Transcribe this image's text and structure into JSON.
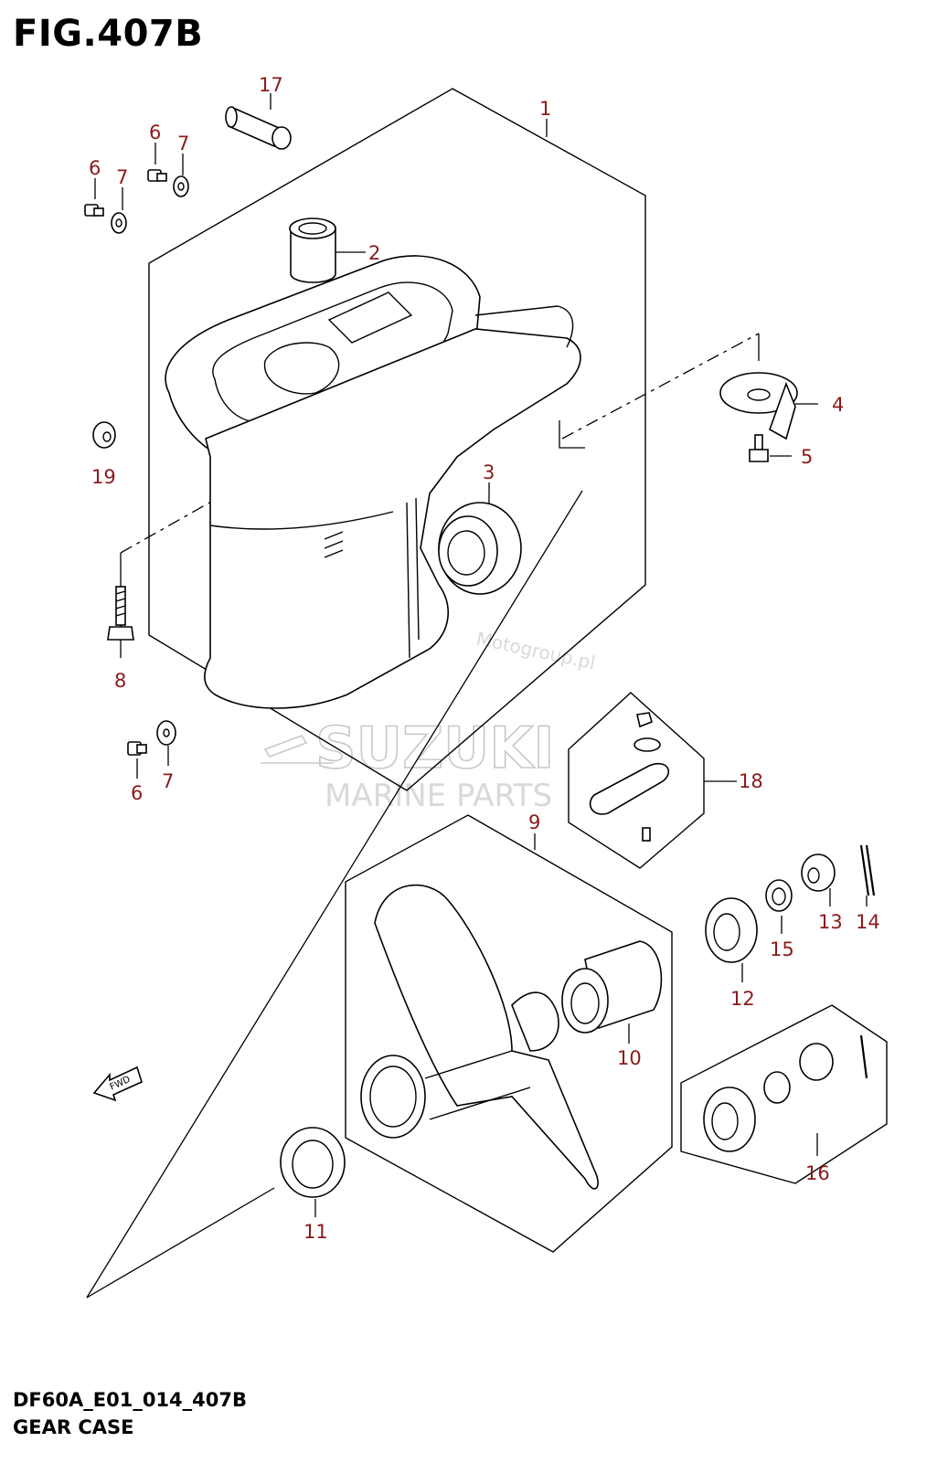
{
  "figure": {
    "title": "FIG.407B",
    "code": "DF60A_E01_014_407B",
    "name": "GEAR CASE"
  },
  "watermark": {
    "brand": "SUZUKI",
    "sub": "MARINE PARTS",
    "site": "Motogroup.pl"
  },
  "fwd_label": "FWD",
  "callouts": {
    "c1": "1",
    "c2": "2",
    "c3": "3",
    "c4": "4",
    "c5": "5",
    "c6a": "6",
    "c6b": "6",
    "c6c": "6",
    "c7a": "7",
    "c7b": "7",
    "c7c": "7",
    "c8": "8",
    "c9": "9",
    "c10": "10",
    "c11": "11",
    "c12": "12",
    "c13": "13",
    "c14": "14",
    "c15": "15",
    "c16": "16",
    "c17": "17",
    "c18": "18",
    "c19": "19"
  },
  "colors": {
    "callout": "#8b1a1a",
    "line": "#000000",
    "watermark": "#c8c8c8"
  }
}
